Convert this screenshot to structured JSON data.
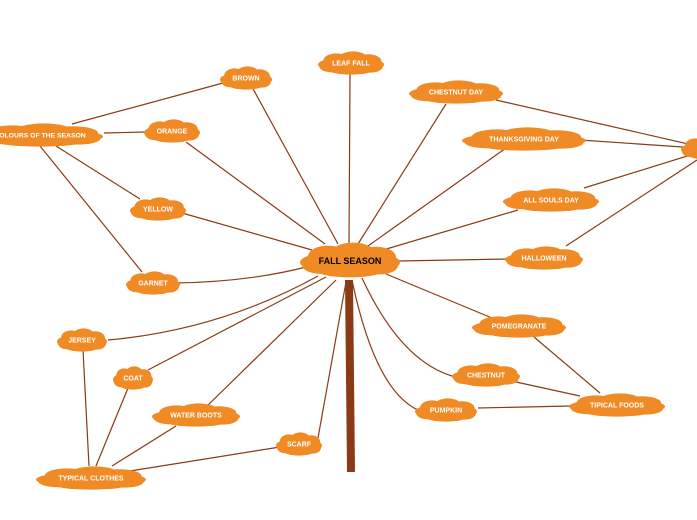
{
  "colors": {
    "cloud": "#f08a24",
    "cloud_dark": "#e07a14",
    "edge": "#8b3a16",
    "trunk": "#8b3a16",
    "label": "#ffffff",
    "center_label": "#000000"
  },
  "center": {
    "label": "FALL SEASON"
  },
  "nodes": {
    "colours": "COLOURS OF THE SEASON",
    "brown": "BROWN",
    "orange": "ORANGE",
    "yellow": "YELLOW",
    "garnet": "GARNET",
    "leaf_fall": "LEAF FALL",
    "chestnut_day": "CHESTNUT DAY",
    "thanksgiving": "THANKSGIVING DAY",
    "all_souls": "ALL SOULS DAY",
    "halloween": "HALLOWEEN",
    "pomegranate": "POMEGRANATE",
    "chestnut": "CHESTNUT",
    "pumpkin": "PUMPKIN",
    "typical_foods": "TIPICAL FOODS",
    "jersey": "JERSEY",
    "coat": "COAT",
    "water_boots": "WATER BOOTS",
    "scarf": "SCARF",
    "typical_clothes": "TYPICAL CLOTHES"
  }
}
